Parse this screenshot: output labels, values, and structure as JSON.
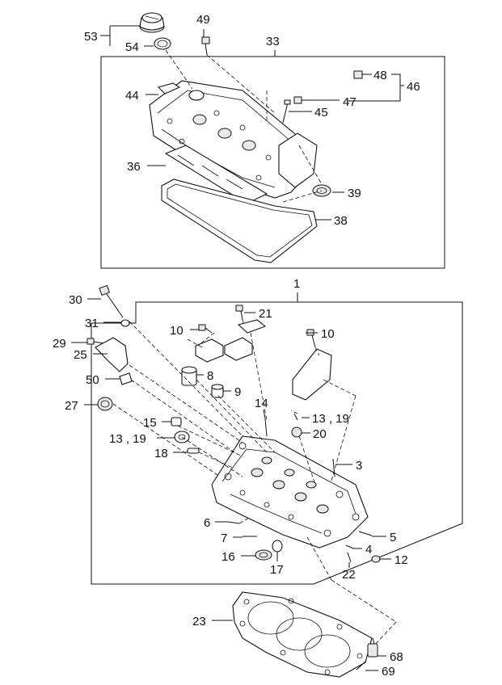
{
  "labels": {
    "l53": "53",
    "l54": "54",
    "l49": "49",
    "l33": "33",
    "l48": "48",
    "l46": "46",
    "l47": "47",
    "l45": "45",
    "l44": "44",
    "l36": "36",
    "l39": "39",
    "l38": "38",
    "l1": "1",
    "l30": "30",
    "l21": "21",
    "l31": "31",
    "l10a": "10",
    "l10b": "10",
    "l29": "29",
    "l25": "25",
    "l8": "8",
    "l50": "50",
    "l9": "9",
    "l27": "27",
    "l14": "14",
    "l13a": "13  ,  19",
    "l15": "15",
    "l20": "20",
    "l13b": "13  ,  19",
    "l18": "18",
    "l3": "3",
    "l6": "6",
    "l5": "5",
    "l7": "7",
    "l4": "4",
    "l16": "16",
    "l12": "12",
    "l17": "17",
    "l22": "22",
    "l23": "23",
    "l68": "68",
    "l69": "69"
  }
}
